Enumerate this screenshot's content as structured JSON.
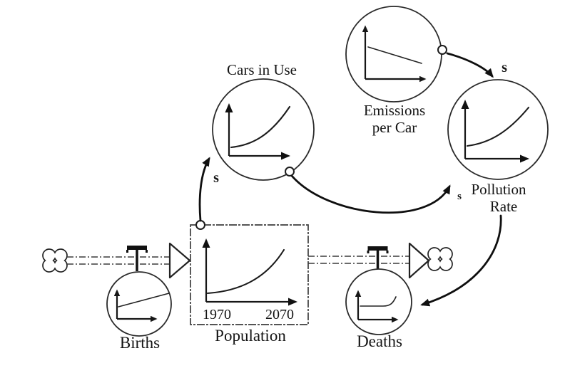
{
  "diagram": {
    "type": "system-dynamics-stock-and-flow",
    "ink_color": "#1b1b1b",
    "background": "#ffffff"
  },
  "stock": {
    "population": {
      "label": "Population",
      "axis_start_label": "1970",
      "axis_end_label": "2070",
      "trend": "exponential-growth"
    }
  },
  "flows": {
    "births": {
      "label": "Births",
      "trend": "rising-line"
    },
    "deaths": {
      "label": "Deaths",
      "trend": "flat-then-rising-curve"
    }
  },
  "auxiliaries": {
    "cars_in_use": {
      "label": "Cars in Use",
      "trend": "exponential-growth"
    },
    "emissions_per_car": {
      "label_line1": "Emissions",
      "label_line2": "per Car",
      "trend": "declining-line"
    },
    "pollution_rate": {
      "label_line1": "Pollution",
      "label_line2": "Rate",
      "trend": "exponential-growth"
    }
  },
  "links": {
    "population_to_cars_in_use": {
      "polarity": "s"
    },
    "cars_in_use_to_pollution_rate": {
      "polarity": "s"
    },
    "emissions_to_pollution_rate": {
      "polarity": "s"
    }
  }
}
